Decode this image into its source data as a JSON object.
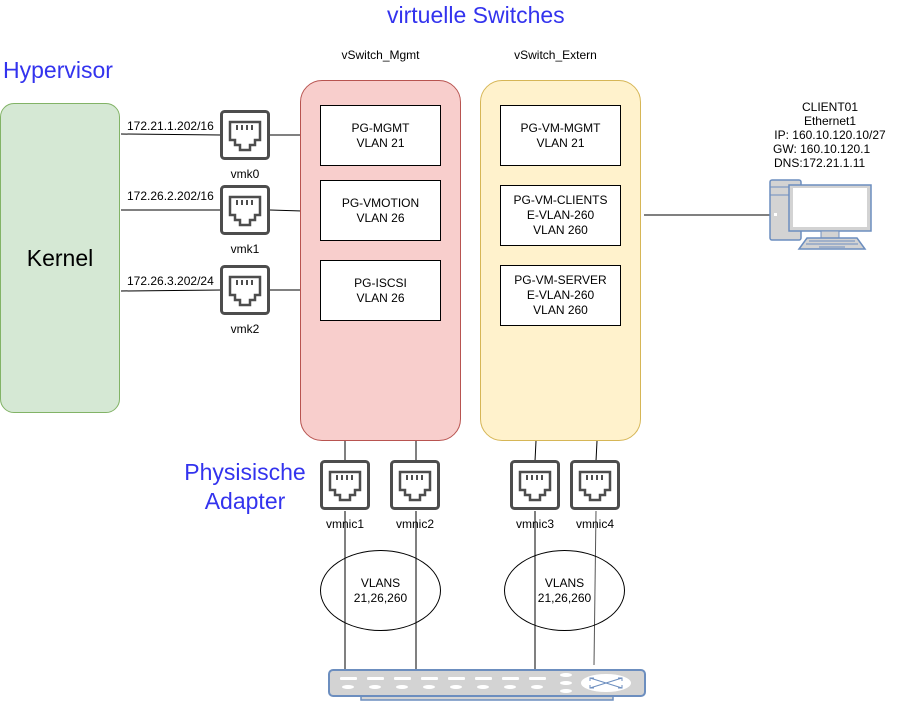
{
  "title": "virtuelle Switches",
  "hypervisor_label": "Hypervisor",
  "physical_adapter_label": [
    "Physisische",
    "Adapter"
  ],
  "kernel": {
    "label": "Kernel",
    "color": "#d5e8d4",
    "border": "#82b366"
  },
  "vmkernel_ports": [
    {
      "name": "vmk0",
      "ip": "172.21.1.202/16"
    },
    {
      "name": "vmk1",
      "ip": "172.26.2.202/16"
    },
    {
      "name": "vmk2",
      "ip": "172.26.3.202/24"
    }
  ],
  "vswitches": [
    {
      "name": "vSwitch_Mgmt",
      "color": "#f8cecc",
      "border": "#b85450",
      "port_groups": [
        {
          "lines": [
            "PG-MGMT",
            "VLAN 21"
          ]
        },
        {
          "lines": [
            "PG-VMOTION",
            "VLAN 26"
          ]
        },
        {
          "lines": [
            "PG-ISCSI",
            "VLAN 26"
          ]
        }
      ]
    },
    {
      "name": "vSwitch_Extern",
      "color": "#fff2cc",
      "border": "#d6b656",
      "port_groups": [
        {
          "lines": [
            "PG-VM-MGMT",
            "VLAN 21"
          ]
        },
        {
          "lines": [
            "PG-VM-CLIENTS",
            "E-VLAN-260",
            "VLAN 260"
          ]
        },
        {
          "lines": [
            "PG-VM-SERVER",
            "E-VLAN-260",
            "VLAN 260"
          ]
        }
      ]
    }
  ],
  "physical_nics": [
    "vmnic1",
    "vmnic2",
    "vmnic3",
    "vmnic4"
  ],
  "vlan_groups": [
    {
      "lines": [
        "VLANS",
        "21,26,260"
      ]
    },
    {
      "lines": [
        "VLANS",
        "21,26,260"
      ]
    }
  ],
  "client": {
    "name": "CLIENT01",
    "interface": "Ethernet1",
    "ip": "IP: 160.10.120.10/27",
    "gw": "GW: 160.10.120.1",
    "dns": "DNS:172.21.1.11"
  },
  "colors": {
    "heading": "#3333ee",
    "nic_icon": "#4d4d4d",
    "device_fill": "#d3d3d3",
    "device_stroke": "#6c8ebf"
  }
}
